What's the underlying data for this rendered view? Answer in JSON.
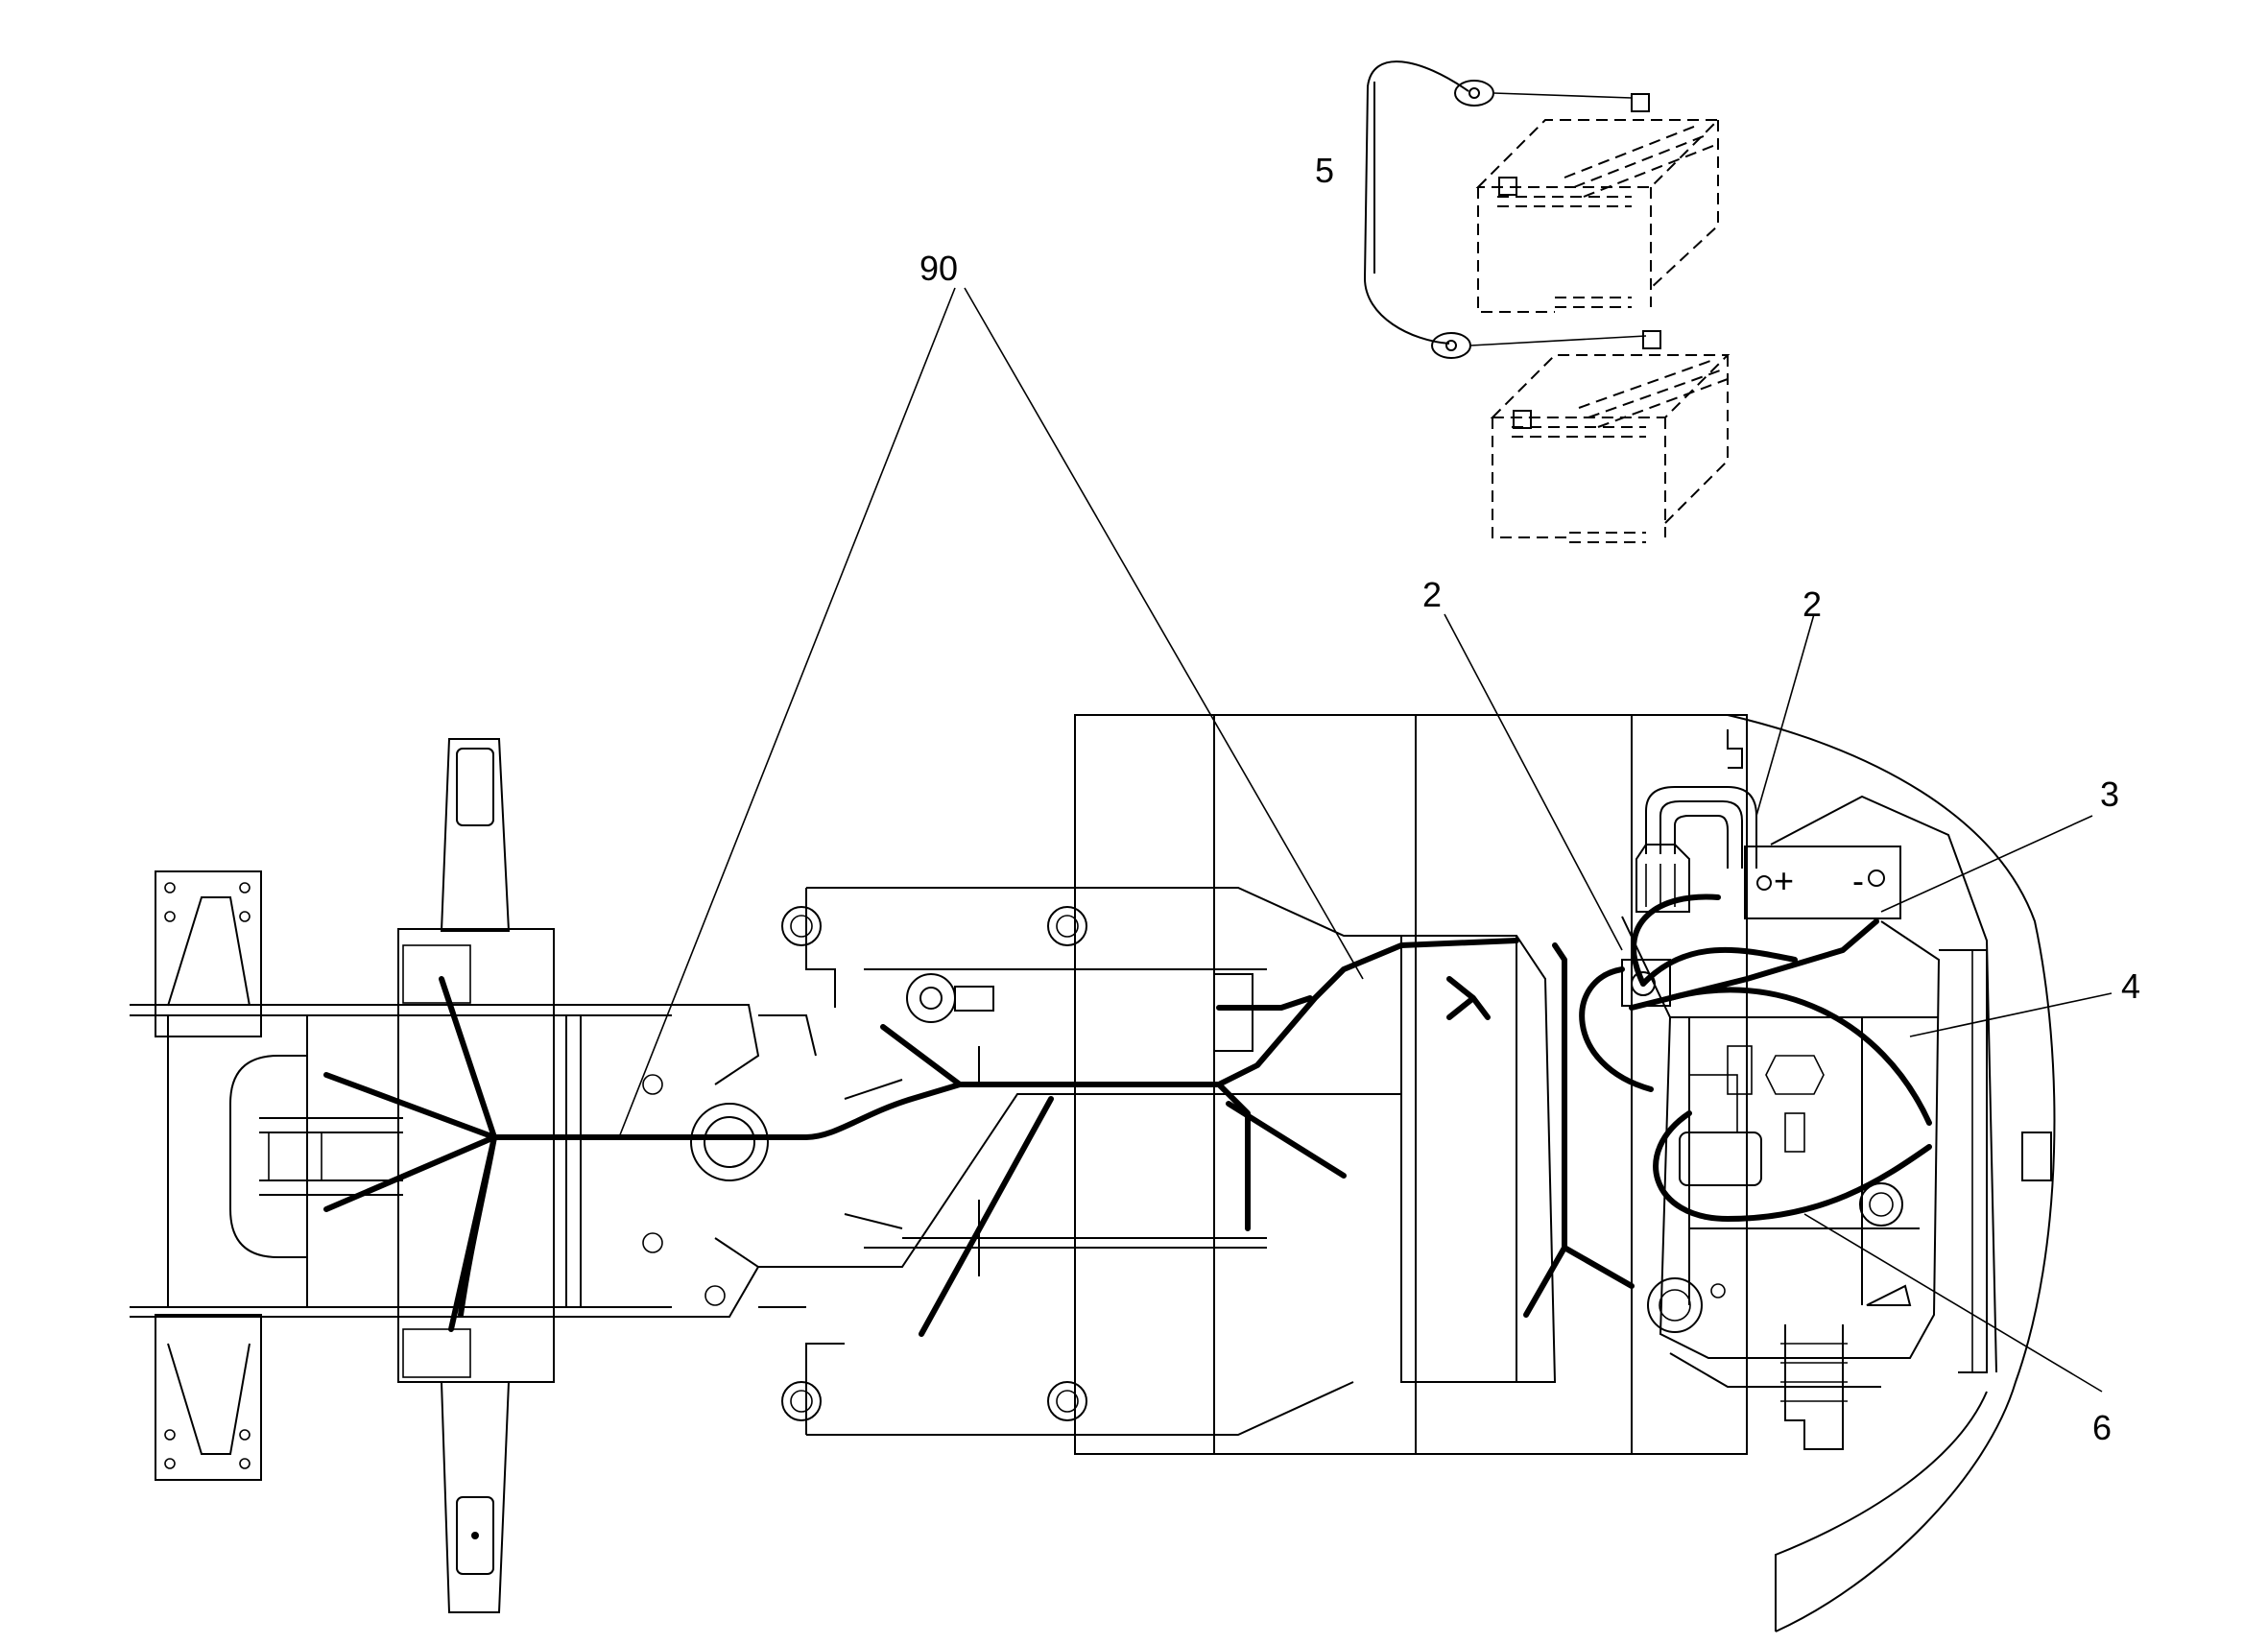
{
  "callouts": [
    {
      "id": "5",
      "label": "5"
    },
    {
      "id": "90",
      "label": "90"
    },
    {
      "id": "2a",
      "label": "2"
    },
    {
      "id": "2b",
      "label": "2"
    },
    {
      "id": "3",
      "label": "3"
    },
    {
      "id": "4",
      "label": "4"
    },
    {
      "id": "6",
      "label": "6"
    }
  ],
  "terminals": {
    "plus": "+",
    "minus": "-"
  }
}
